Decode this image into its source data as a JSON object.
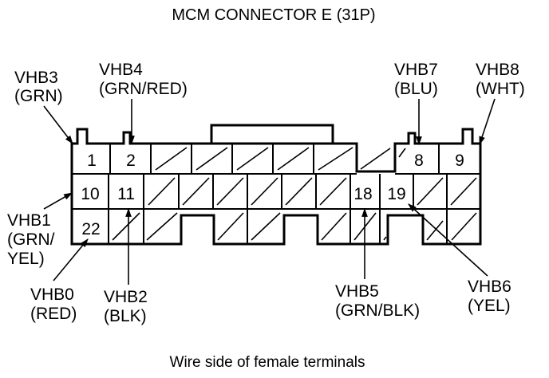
{
  "title": "MCM CONNECTOR E (31P)",
  "caption": "Wire side of female terminals",
  "colors": {
    "ink": "#000000",
    "background": "#ffffff"
  },
  "pins": {
    "p1": "1",
    "p2": "2",
    "p8": "8",
    "p9": "9",
    "p10": "10",
    "p11": "11",
    "p18": "18",
    "p19": "19",
    "p22": "22"
  },
  "labels": {
    "vhb3": {
      "name": "VHB3",
      "color": "(GRN)"
    },
    "vhb4": {
      "name": "VHB4",
      "color": "(GRN/RED)"
    },
    "vhb7": {
      "name": "VHB7",
      "color": "(BLU)"
    },
    "vhb8": {
      "name": "VHB8",
      "color": "(WHT)"
    },
    "vhb1": {
      "name": "VHB1",
      "color_line1": "(GRN/",
      "color_line2": "YEL)"
    },
    "vhb0": {
      "name": "VHB0",
      "color": "(RED)"
    },
    "vhb2": {
      "name": "VHB2",
      "color": "(BLK)"
    },
    "vhb5": {
      "name": "VHB5",
      "color": "(GRN/BLK)"
    },
    "vhb6": {
      "name": "VHB6",
      "color": "(YEL)"
    }
  }
}
